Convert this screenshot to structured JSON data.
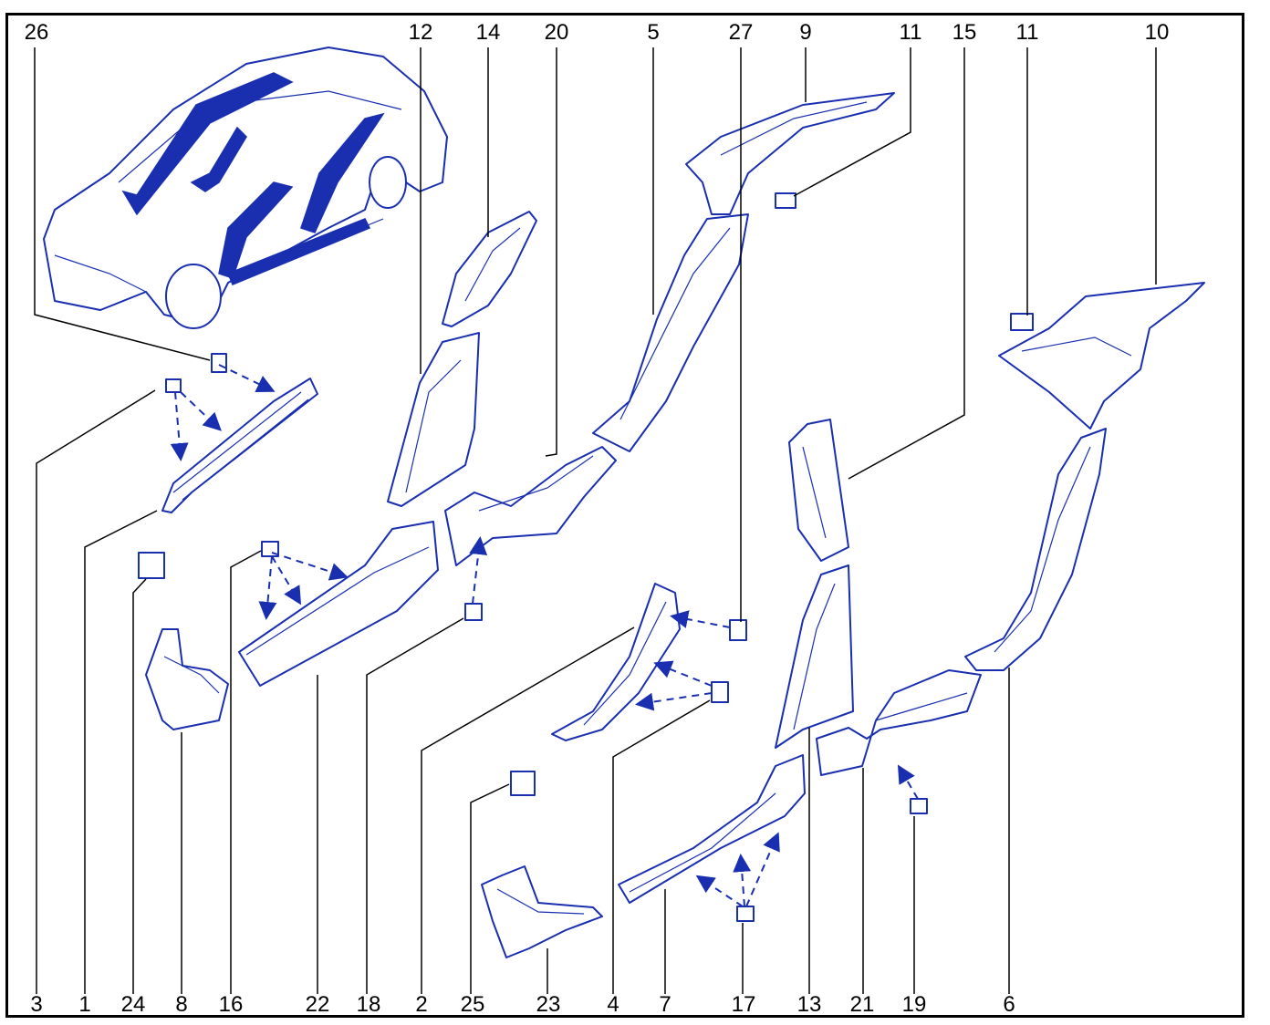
{
  "colors": {
    "line": "#1a2fb0",
    "frame": "#000000",
    "background": "#ffffff"
  },
  "labels": {
    "top": [
      "26",
      "12",
      "14",
      "20",
      "5",
      "27",
      "9",
      "11",
      "15",
      "11",
      "10"
    ],
    "bottom": [
      "3",
      "1",
      "24",
      "8",
      "16",
      "22",
      "18",
      "2",
      "25",
      "23",
      "4",
      "7",
      "17",
      "13",
      "21",
      "19",
      "6"
    ]
  }
}
